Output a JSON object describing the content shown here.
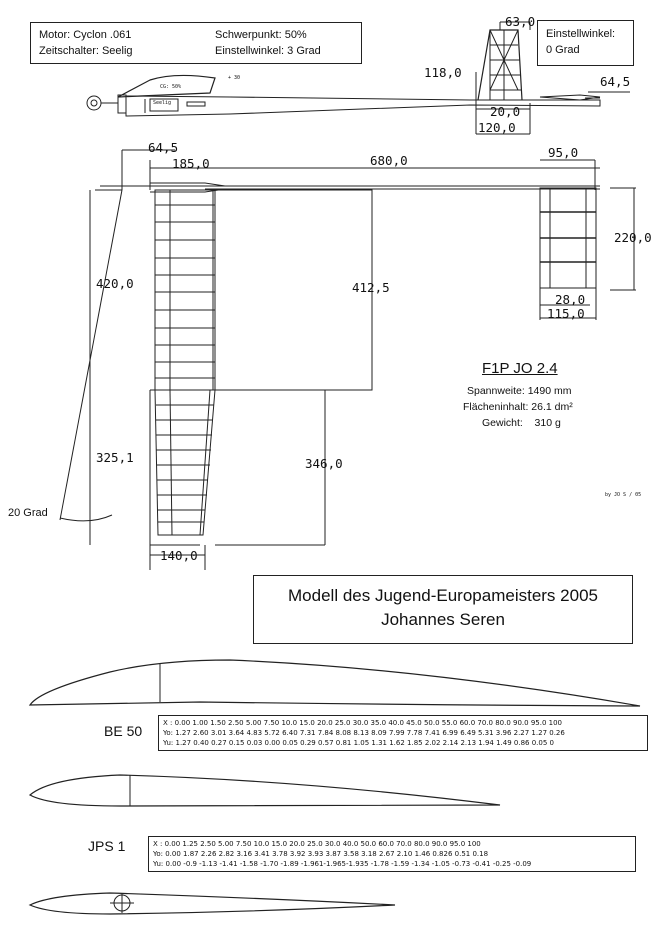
{
  "header_box": {
    "motor": "Motor: Cyclon .061",
    "timer": "Zeitschalter: Seelig",
    "cg": "Schwerpunkt: 50%",
    "incidence": "Einstellwinkel: 3 Grad"
  },
  "tail_box": {
    "line1": "Einstellwinkel:",
    "line2": "0 Grad"
  },
  "dims": {
    "d63": "63,0",
    "d118": "118,0",
    "d64_5_top": "64,5",
    "d20": "20,0",
    "d120": "120,0",
    "d64_5": "64,5",
    "d185": "185,0",
    "d680": "680,0",
    "d95": "95,0",
    "d220": "220,0",
    "d420": "420,0",
    "d412_5": "412,5",
    "d28": "28,0",
    "d115": "115,0",
    "d325_1": "325,1",
    "d346": "346,0",
    "d140": "140,0",
    "angle": "20 Grad"
  },
  "fuselage_labels": {
    "cg": "CG: 50%",
    "seelig": "Seelig",
    "plus30": "+ 30"
  },
  "model": {
    "name": "F1P JO 2.4",
    "span": "Spannweite: 1490 mm",
    "area": "Flächeninhalt: 26.1 dm²",
    "weight": "Gewicht:    310 g",
    "credit": "by JO S / 05"
  },
  "title_box": {
    "line1": "Modell des Jugend-Europameisters 2005",
    "line2": "Johannes Seren"
  },
  "profiles": [
    {
      "name": "BE 50",
      "rows": [
        "X :  0.00  1.00  1.50  2.50  5.00  7.50  10.0  15.0  20.0  25.0   30.0  35.0  40.0  45.0  50.0  55.0  60.0  70.0  80.0  90.0  95.0  100",
        "Yo: 1.27   2.60  3.01  3.64  4.83  5.72   6.40  7.31  7.84  8.08  8.13  8.09  7.99  7.78  7.41  6.99  6.49   5.31  3.96  2.27  1.27  0.26",
        "Yu: 1.27   0.40  0.27  0.15  0.03  0.00   0.05  0.29  0.57  0.81  1.05  1.31  1.62  1.85  2.02  2.14  2.13   1.94  1.49  0.86  0.05  0"
      ]
    },
    {
      "name": "JPS 1",
      "rows": [
        "X :   0.00  1.25   2.50   5.00   7.50   10.0   15.0   20.0   25.0   30.0   40.0   50.0   60.0   70.0   80.0   90.0   95.0   100",
        "Yo:   0.00  1.87   2.26   2.82   3.16   3.41   3.78   3.92    3.93   3.87    3.58   3.18    2.67   2.10   1.46   0.826  0.51   0.18",
        "Yu:  0.00   -0.9  -1.13  -1.41  -1.58  -1.70  -1.89  -1.961-1.965-1.935  -1.78   -1.59  -1.34  -1.05  -0.73    -0.41  -0.25  -0.09"
      ]
    }
  ]
}
